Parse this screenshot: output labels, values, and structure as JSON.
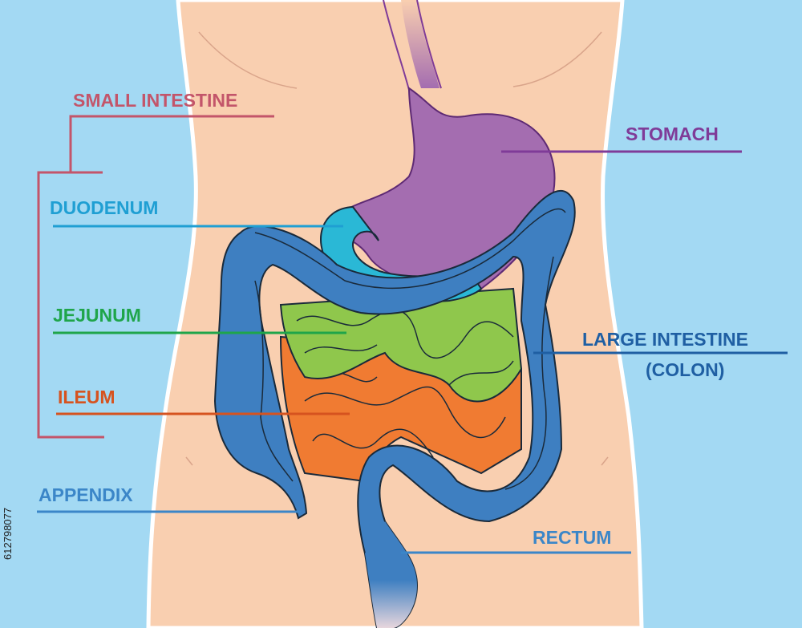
{
  "labels": {
    "small_intestine": "SMALL INTESTINE",
    "duodenum": "DUODENUM",
    "jejunum": "JEJUNUM",
    "ileum": "ILEUM",
    "appendix": "APPENDIX",
    "stomach": "STOMACH",
    "large_intestine_line1": "LARGE INTESTINE",
    "large_intestine_line2": "(COLON)",
    "rectum": "RECTUM"
  },
  "stock_id": "612798077",
  "colors": {
    "background": "#a3d9f3",
    "skin": "#f9cfb0",
    "stomach": "#a46db0",
    "duodenum": "#2ab8d6",
    "jejunum": "#8fc74c",
    "ileum": "#f07b32",
    "colon": "#3e7fc1",
    "small_intestine_label": "#c3556a",
    "duodenum_label": "#1f9fd3",
    "jejunum_label": "#1fa54a",
    "ileum_label": "#d6531f",
    "appendix_label": "#3b86c8",
    "stomach_label": "#7f3b98",
    "colon_label": "#1f5fa3",
    "rectum_label": "#3b86c8"
  }
}
